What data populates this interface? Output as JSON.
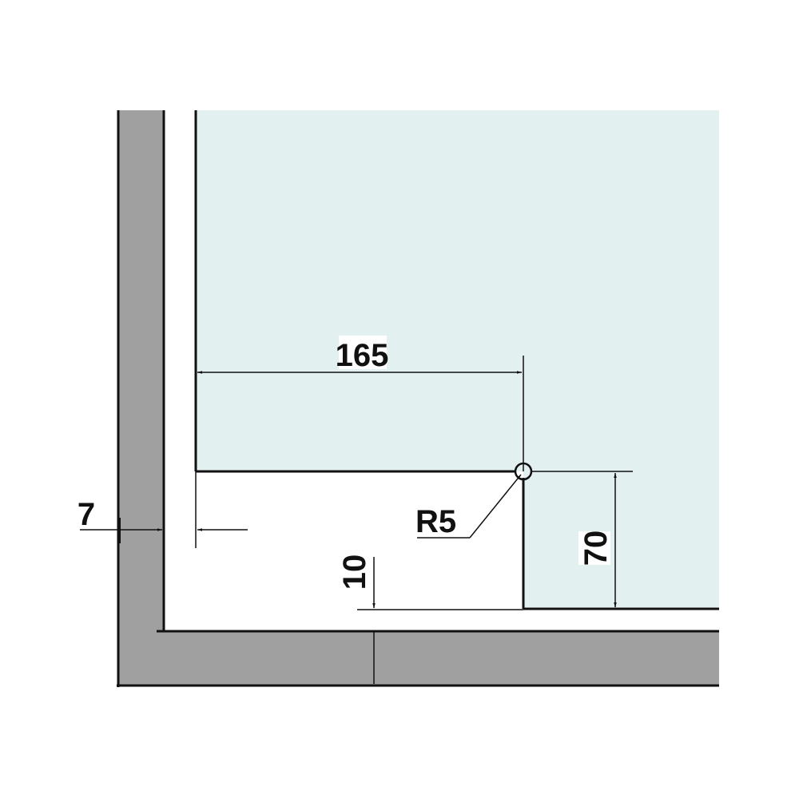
{
  "diagram": {
    "type": "technical-drawing",
    "subject": "glass panel corner clearance detail",
    "colors": {
      "background": "#ffffff",
      "glass_fill": "#e2f1ef",
      "frame_fill": "#a0a0a0",
      "line": "#111111"
    },
    "dimensions": {
      "horizontal_offset": {
        "label": "165"
      },
      "radius": {
        "label": "R5"
      },
      "notch_height": {
        "label": "70"
      },
      "bottom_gap": {
        "label": "10"
      },
      "side_gap": {
        "label": "7"
      }
    }
  }
}
